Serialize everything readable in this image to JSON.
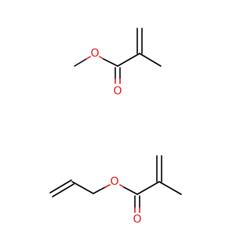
{
  "colors": {
    "background": "#ffffff",
    "bond": "#000000",
    "oxygen": "#e0161b"
  },
  "molecules": [
    {
      "id": "methyl-methacrylate",
      "atoms": [
        {
          "label": "O",
          "element": "O"
        },
        {
          "label": "O",
          "element": "O"
        }
      ]
    },
    {
      "id": "allyl-methacrylate",
      "atoms": [
        {
          "label": "O",
          "element": "O"
        },
        {
          "label": "O",
          "element": "O"
        }
      ]
    }
  ]
}
